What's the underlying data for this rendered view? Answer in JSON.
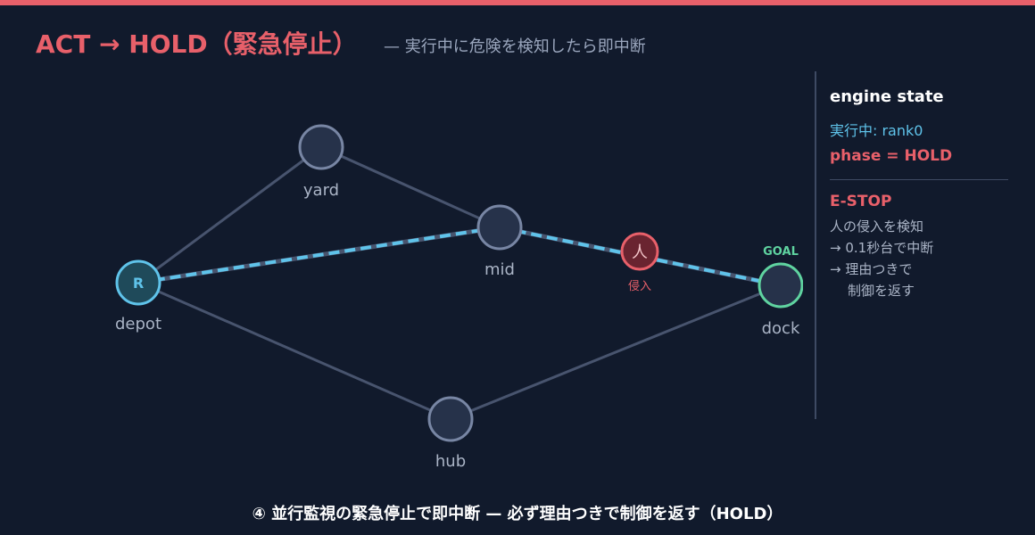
{
  "header": {
    "title": "ACT → HOLD（緊急停止）",
    "subtitle": "— 実行中に危険を検知したら即中断"
  },
  "graph": {
    "nodes": [
      {
        "id": "depot",
        "label": "depot",
        "badge": "R"
      },
      {
        "id": "yard",
        "label": "yard"
      },
      {
        "id": "mid",
        "label": "mid"
      },
      {
        "id": "hub",
        "label": "hub"
      },
      {
        "id": "dock",
        "label": "dock",
        "tag": "GOAL"
      }
    ],
    "hazard": {
      "glyph": "人",
      "label": "侵入"
    }
  },
  "panel": {
    "heading": "engine state",
    "running": "実行中: rank0",
    "phase": "phase = HOLD",
    "estop_title": "E-STOP",
    "lines": [
      "人の侵入を検知",
      "→ 0.1秒台で中断",
      "→ 理由つきで",
      "制御を返す"
    ]
  },
  "caption": "④ 並行監視の緊急停止で即中断 — 必ず理由つきで制御を返す（HOLD）",
  "colors": {
    "accent": "#e8606a",
    "path": "#5fc3ea",
    "goal": "#5fd3a0",
    "node_fill": "#26324a",
    "node_stroke": "#7886a4",
    "edge": "#48546e",
    "background": "#111a2c"
  }
}
